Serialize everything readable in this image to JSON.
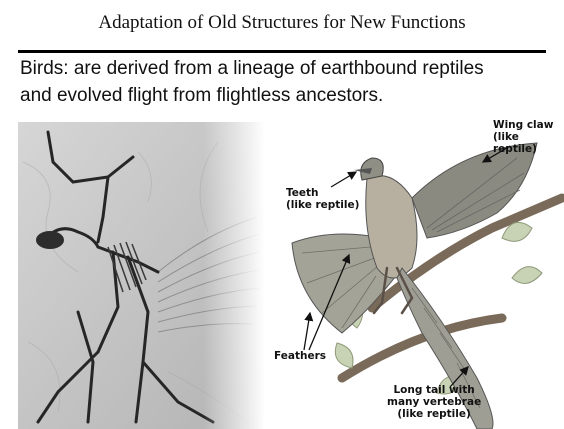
{
  "slide": {
    "title": "Adaptation of Old Structures for New Functions",
    "body_line1": "Birds: are derived from a lineage of earthbound reptiles",
    "body_line2": "and evolved flight from flightless ancestors."
  },
  "labels": {
    "wing_claw": "Wing claw\n(like reptile)",
    "teeth": "Teeth\n(like reptile)",
    "feathers": "Feathers",
    "long_tail": "Long tail with\nmany vertebrae\n(like reptile)"
  }
}
